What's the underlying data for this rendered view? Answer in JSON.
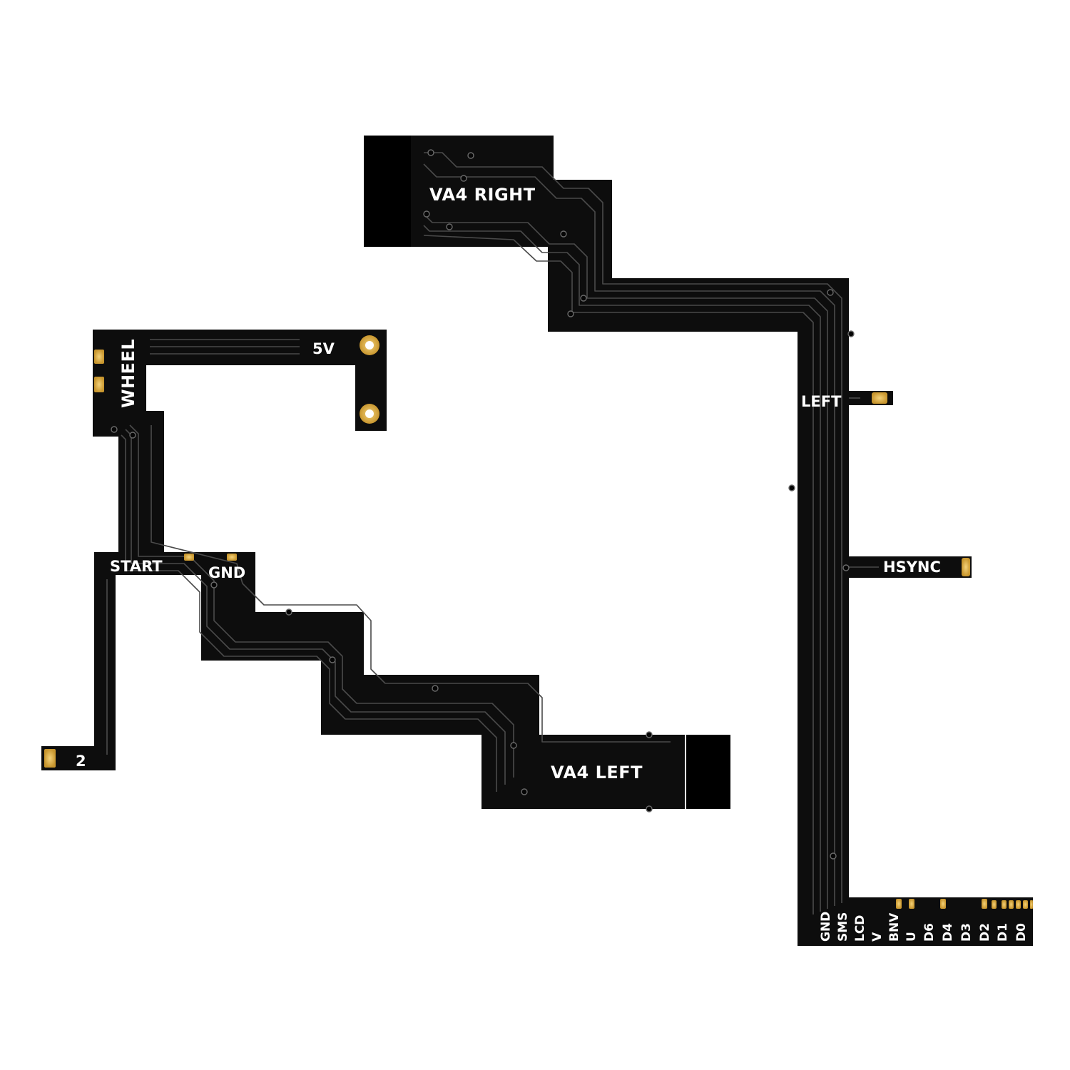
{
  "colors": {
    "background": "#ffffff",
    "board": "#0d0d0d",
    "connector": "#000000",
    "pad_gold": "#e2b64a",
    "silkscreen": "#ffffff"
  },
  "right_board": {
    "title": "VA4 RIGHT",
    "tap_left": "LEFT",
    "tap_hsync": "HSYNC",
    "pins": [
      "GND",
      "SMS",
      "LCD",
      "V",
      "BNV",
      "U",
      "D6",
      "D4",
      "D3",
      "D2",
      "D1",
      "D0"
    ]
  },
  "left_board": {
    "title": "VA4 LEFT",
    "wheel": "WHEEL",
    "five_v": "5V",
    "start": "START",
    "gnd": "GND",
    "two": "2"
  }
}
